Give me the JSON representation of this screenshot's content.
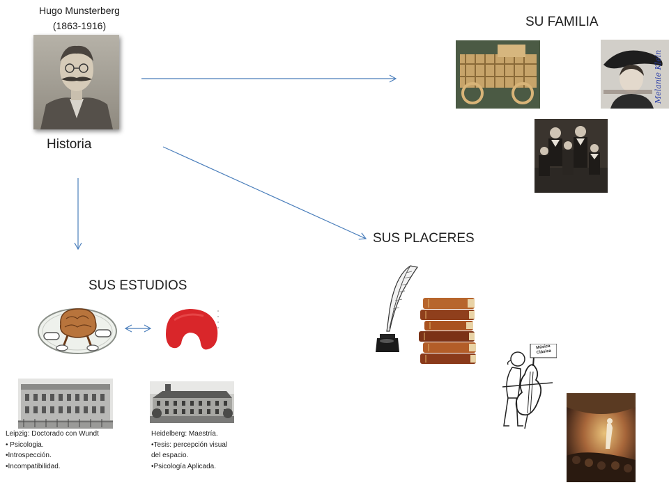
{
  "header": {
    "name": "Hugo Munsterberg",
    "years": "(1863-1916)",
    "portrait_caption": "Historia"
  },
  "sections": {
    "family": "SU FAMILIA",
    "pleasures": "SUS PLACERES",
    "studies": "SUS ESTUDIOS"
  },
  "family_photo_signature": "Melanie Klein",
  "music_sign": "Música Clásica",
  "leipzig": {
    "title": "Leipzig: Doctorado con Wundt",
    "items": [
      "• Psicologia.",
      "•Introspección.",
      "•Incompatibilidad."
    ]
  },
  "heidelberg": {
    "title": "Heidelberg: Maestría.",
    "items": [
      "•Tesis: percepción visual",
      "del espacio.",
      "•Psicología Aplicada."
    ]
  },
  "colors": {
    "arrow": "#4a7ebb",
    "text": "#1a1a1a",
    "sepia": "#8a7a62",
    "red_cap": "#d9262a"
  }
}
